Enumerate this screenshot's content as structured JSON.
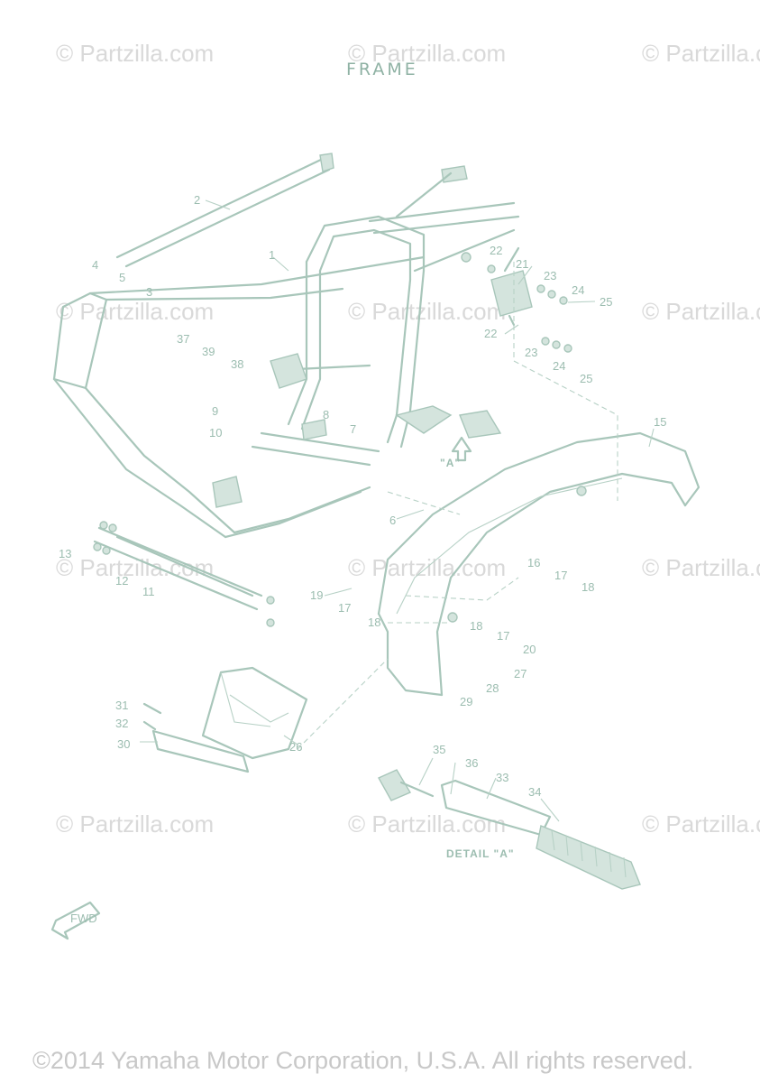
{
  "diagram": {
    "title": "FRAME",
    "detail_caption": "DETAIL \"A\"",
    "view_marker": "\"A\"",
    "fwd_label": "FWD"
  },
  "watermarks": [
    "© Partzilla.com",
    "© Partzilla.com",
    "© Partzilla.c",
    "© Partzilla.com",
    "© Partzilla.com",
    "© Partzilla.c",
    "© Partzilla.com",
    "© Partzilla.com",
    "© Partzilla.c",
    "© Partzilla.com",
    "© Partzilla.com",
    "© Partzilla.c"
  ],
  "callouts": [
    "1",
    "2",
    "3",
    "4",
    "5",
    "6",
    "7",
    "8",
    "9",
    "10",
    "11",
    "12",
    "13",
    "15",
    "16",
    "17",
    "17",
    "17",
    "18",
    "18",
    "18",
    "19",
    "20",
    "21",
    "22",
    "22",
    "23",
    "23",
    "24",
    "24",
    "25",
    "25",
    "26",
    "27",
    "28",
    "29",
    "30",
    "31",
    "32",
    "33",
    "34",
    "35",
    "36",
    "37",
    "38",
    "39"
  ],
  "copyright": "©2014 Yamaha Motor Corporation, U.S.A. All rights reserved.",
  "colors": {
    "line_art": "#a8c6ba",
    "watermark": "#d9d9d9",
    "copyright": "#c8c8c8"
  }
}
